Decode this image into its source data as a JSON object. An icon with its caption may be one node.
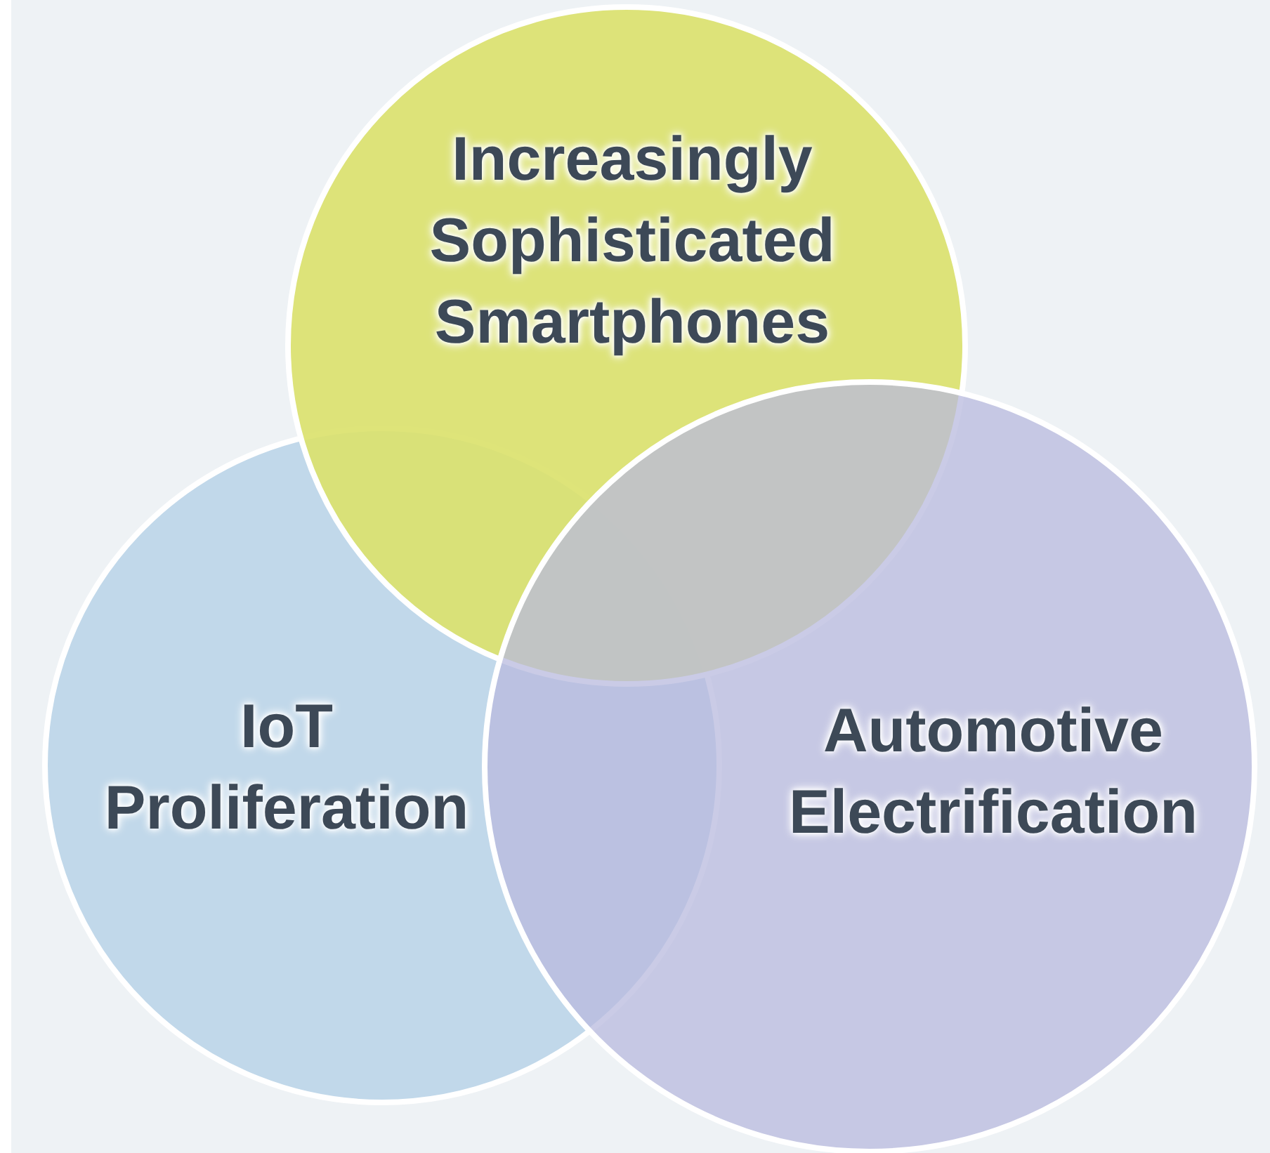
{
  "diagram": {
    "nodes": [
      {
        "text": [
          "Increasingly Sophisticated Smartphones"
        ]
      },
      {
        "text": [
          "IoT Proliferation"
        ]
      },
      {
        "text": [
          "Automotive Electrification"
        ]
      }
    ]
  }
}
